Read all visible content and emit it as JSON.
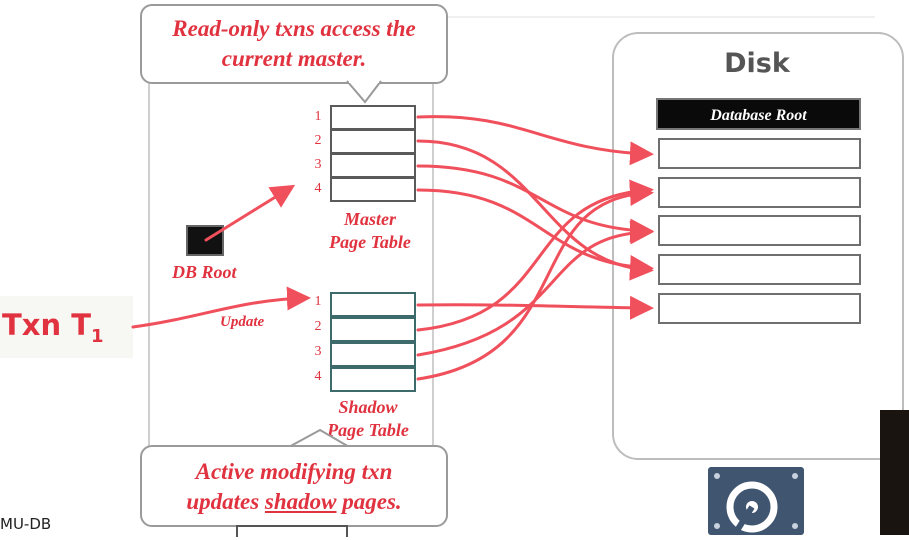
{
  "callout_top": {
    "line1": "Read-only txns access the",
    "line2": "current master."
  },
  "callout_bottom": {
    "line1": "Active modifying txn",
    "line2_pre": "updates ",
    "line2_under": "shadow",
    "line2_post": " pages."
  },
  "disk": {
    "title": "Disk",
    "database_root_label": "Database Root",
    "page_count": 5
  },
  "master_table": {
    "caption_line1": "Master",
    "caption_line2": "Page Table",
    "row_numbers": [
      "1",
      "2",
      "3",
      "4"
    ]
  },
  "shadow_table": {
    "caption_line1": "Shadow",
    "caption_line2": "Page Table",
    "row_numbers": [
      "1",
      "2",
      "3",
      "4"
    ]
  },
  "db_root": {
    "label": "DB Root"
  },
  "txn": {
    "label": "Txn  T",
    "subscript": "1",
    "arrow_label": "Update"
  },
  "footer": {
    "text": "MU-DB"
  },
  "colors": {
    "accent_red": "#e0323f",
    "arrow_red": "#f0505c",
    "disk_icon": "#3f5570"
  }
}
